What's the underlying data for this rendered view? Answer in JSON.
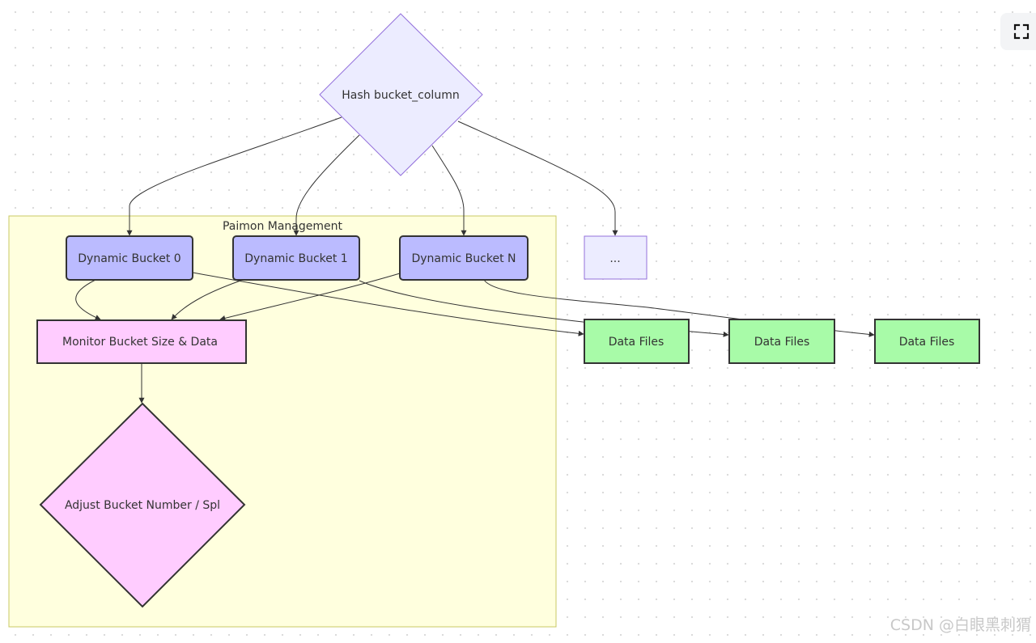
{
  "diagram": {
    "cluster": {
      "label": "Paimon Management"
    },
    "nodes": {
      "hash": "Hash bucket_column",
      "bucket0": "Dynamic Bucket 0",
      "bucket1": "Dynamic Bucket 1",
      "bucketN": "Dynamic Bucket N",
      "ellipsis": "...",
      "monitor": "Monitor Bucket Size & Data",
      "adjust": "Adjust Bucket Number / Spl",
      "data_files_1": "Data Files",
      "data_files_2": "Data Files",
      "data_files_3": "Data Files"
    }
  },
  "watermark": "CSDN @白眼黑刺猬",
  "colors": {
    "cluster_fill": "#ffffde",
    "cluster_stroke": "#c8c864",
    "bucket_fill": "#bbbbff",
    "decision_fill": "#ececff",
    "decision_stroke": "#9370db",
    "monitor_fill": "#ffccff",
    "data_files_fill": "#a8fba8",
    "edge": "#333333"
  },
  "icons": {
    "fullscreen": "expand-icon"
  }
}
